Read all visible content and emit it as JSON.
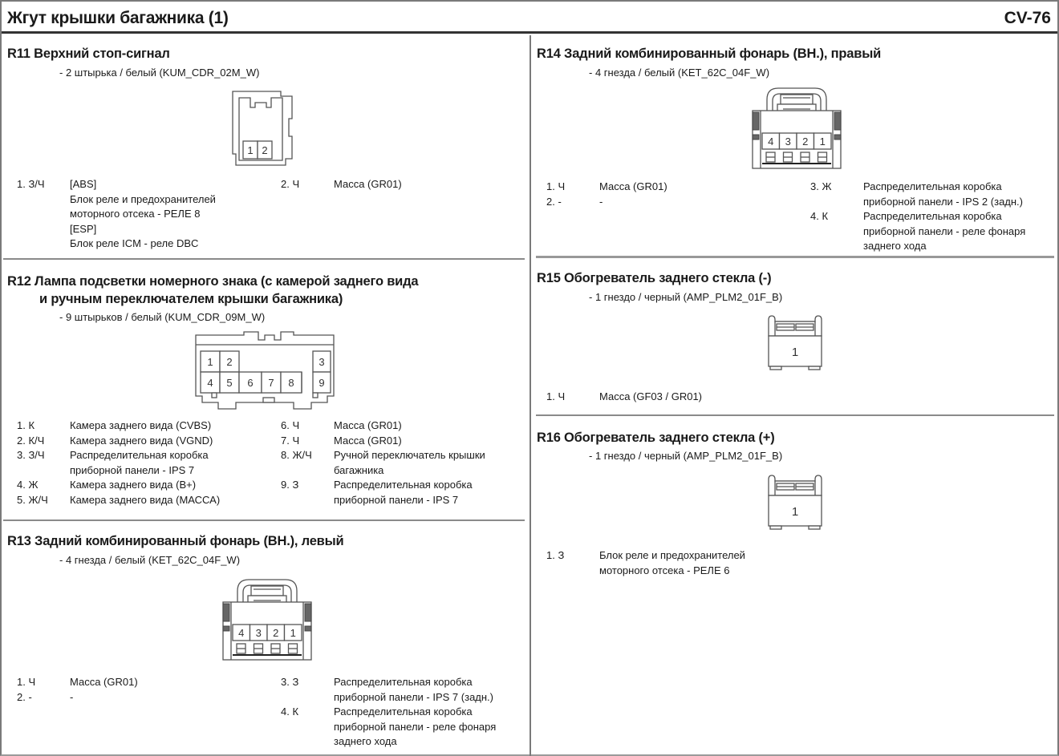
{
  "header": {
    "title": "Жгут крышки багажника (1)",
    "page_code": "CV-76"
  },
  "sections": {
    "r11": {
      "title": "R11 Верхний стоп-сигнал",
      "subtitle": "- 2 штырька / белый (KUM_CDR_02M_W)",
      "connector_pins": [
        "1",
        "2"
      ],
      "pins": [
        {
          "num": "1. З/Ч",
          "lines": [
            "[ABS]",
            "Блок реле и предохранителей",
            "моторного отсека - РЕЛЕ 8",
            "[ESP]",
            "Блок реле ICM - реле DBC"
          ]
        },
        {
          "num": "2. Ч",
          "lines": [
            "Масса (GR01)"
          ]
        }
      ]
    },
    "r12": {
      "title_line1": "R12 Лампа подсветки номерного знака (с камерой заднего вида",
      "title_line2": "и ручным переключателем крышки багажника)",
      "subtitle": "- 9 штырьков / белый (KUM_CDR_09M_W)",
      "connector_pins": [
        "1",
        "2",
        "3",
        "4",
        "5",
        "6",
        "7",
        "8",
        "9"
      ],
      "pins": [
        {
          "num": "1. К",
          "lines": [
            "Камера заднего вида (CVBS)"
          ]
        },
        {
          "num": "2. К/Ч",
          "lines": [
            "Камера заднего вида (VGND)"
          ]
        },
        {
          "num": "3. З/Ч",
          "lines": [
            "Распределительная коробка",
            "приборной панели - IPS 7"
          ]
        },
        {
          "num": "4. Ж",
          "lines": [
            "Камера заднего вида (B+)"
          ]
        },
        {
          "num": "5. Ж/Ч",
          "lines": [
            "Камера заднего вида (МАССА)"
          ]
        },
        {
          "num": "6. Ч",
          "lines": [
            "Масса (GR01)"
          ]
        },
        {
          "num": "7. Ч",
          "lines": [
            "Масса (GR01)"
          ]
        },
        {
          "num": "8. Ж/Ч",
          "lines": [
            "Ручной переключатель крышки",
            "багажника"
          ]
        },
        {
          "num": "9. З",
          "lines": [
            "Распределительная коробка",
            "приборной панели - IPS 7"
          ]
        }
      ]
    },
    "r13": {
      "title": "R13 Задний комбинированный фонарь (ВН.), левый",
      "subtitle": "- 4 гнезда / белый (KET_62C_04F_W)",
      "connector_pins": [
        "4",
        "3",
        "2",
        "1"
      ],
      "pins": [
        {
          "num": "1. Ч",
          "lines": [
            "Масса (GR01)"
          ]
        },
        {
          "num": "2. -",
          "lines": [
            "-"
          ]
        },
        {
          "num": "3. З",
          "lines": [
            "Распределительная коробка",
            "приборной панели - IPS 7 (задн.)"
          ]
        },
        {
          "num": "4. К",
          "lines": [
            "Распределительная коробка",
            "приборной панели - реле фонаря",
            "заднего хода"
          ]
        }
      ]
    },
    "r14": {
      "title": "R14 Задний комбинированный фонарь (ВН.), правый",
      "subtitle": "- 4 гнезда / белый (KET_62C_04F_W)",
      "connector_pins": [
        "4",
        "3",
        "2",
        "1"
      ],
      "pins": [
        {
          "num": "1. Ч",
          "lines": [
            "Масса (GR01)"
          ]
        },
        {
          "num": "2. -",
          "lines": [
            "-"
          ]
        },
        {
          "num": "3. Ж",
          "lines": [
            "Распределительная коробка",
            "приборной панели - IPS 2 (задн.)"
          ]
        },
        {
          "num": "4. К",
          "lines": [
            "Распределительная коробка",
            "приборной панели - реле фонаря",
            "заднего хода"
          ]
        }
      ]
    },
    "r15": {
      "title": "R15 Обогреватель заднего стекла (-)",
      "subtitle": "- 1 гнездо / черный (AMP_PLM2_01F_B)",
      "connector_pins": [
        "1"
      ],
      "pins": [
        {
          "num": "1. Ч",
          "lines": [
            "Масса (GF03 / GR01)"
          ]
        }
      ]
    },
    "r16": {
      "title": "R16 Обогреватель заднего стекла (+)",
      "subtitle": "- 1 гнездо / черный (AMP_PLM2_01F_B)",
      "connector_pins": [
        "1"
      ],
      "pins": [
        {
          "num": "1. З",
          "lines": [
            "Блок реле и предохранителей",
            "моторного отсека - РЕЛЕ  6"
          ]
        }
      ]
    }
  }
}
